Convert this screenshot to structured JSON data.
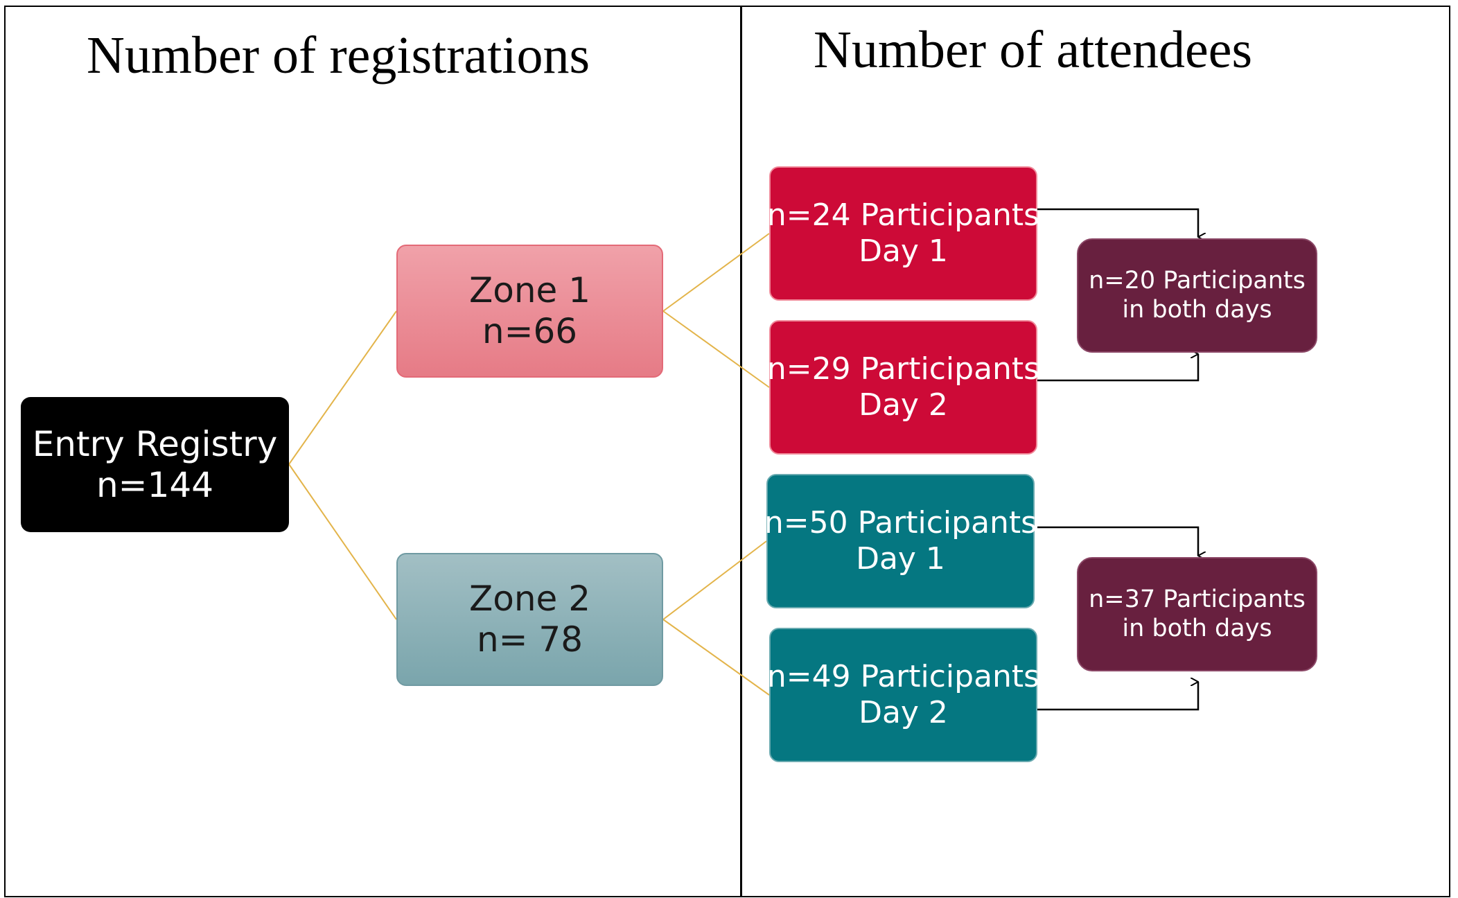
{
  "headings": {
    "registrations": "Number of registrations",
    "attendees": "Number of attendees"
  },
  "entry": {
    "label": "Entry Registry",
    "count": "n=144"
  },
  "zones": [
    {
      "label": "Zone 1",
      "count": "n=66"
    },
    {
      "label": "Zone 2",
      "count": "n= 78"
    }
  ],
  "days": [
    {
      "count": "n=24 Participants",
      "day": "Day 1"
    },
    {
      "count": "n=29 Participants",
      "day": "Day 2"
    },
    {
      "count": "n=50 Participants",
      "day": "Day 1"
    },
    {
      "count": "n=49 Participants",
      "day": "Day 2"
    }
  ],
  "both_days": [
    {
      "count": "n=20 Participants",
      "label": "in both days"
    },
    {
      "count": "n=37 Participants",
      "label": "in both days"
    }
  ],
  "colors": {
    "entry": "#000000",
    "zone1": "#e67b86",
    "zone2": "#7aa5ac",
    "zone1_days": "#cd0a37",
    "zone2_days": "#057781",
    "both_days": "#68203f",
    "tree_lines": "#e3b44a",
    "arrows": "#000000"
  }
}
